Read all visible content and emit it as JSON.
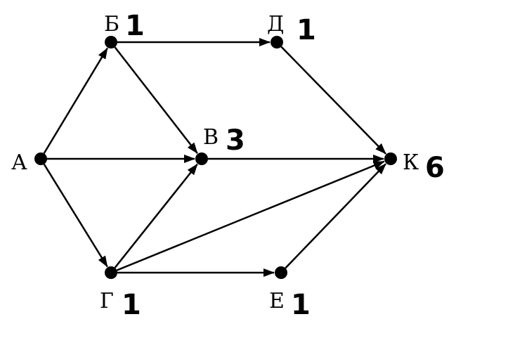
{
  "graph": {
    "nodes": [
      {
        "id": "A",
        "label": "А",
        "count": ""
      },
      {
        "id": "B",
        "label": "Б",
        "count": "1"
      },
      {
        "id": "D",
        "label": "Д",
        "count": "1"
      },
      {
        "id": "V",
        "label": "В",
        "count": "3"
      },
      {
        "id": "K",
        "label": "К",
        "count": "6"
      },
      {
        "id": "G",
        "label": "Г",
        "count": "1"
      },
      {
        "id": "E",
        "label": "Е",
        "count": "1"
      }
    ],
    "edges": [
      {
        "from": "A",
        "to": "B"
      },
      {
        "from": "A",
        "to": "V"
      },
      {
        "from": "A",
        "to": "G"
      },
      {
        "from": "B",
        "to": "D"
      },
      {
        "from": "B",
        "to": "V"
      },
      {
        "from": "D",
        "to": "K"
      },
      {
        "from": "V",
        "to": "K"
      },
      {
        "from": "G",
        "to": "V"
      },
      {
        "from": "G",
        "to": "K"
      },
      {
        "from": "G",
        "to": "E"
      },
      {
        "from": "E",
        "to": "K"
      }
    ]
  }
}
